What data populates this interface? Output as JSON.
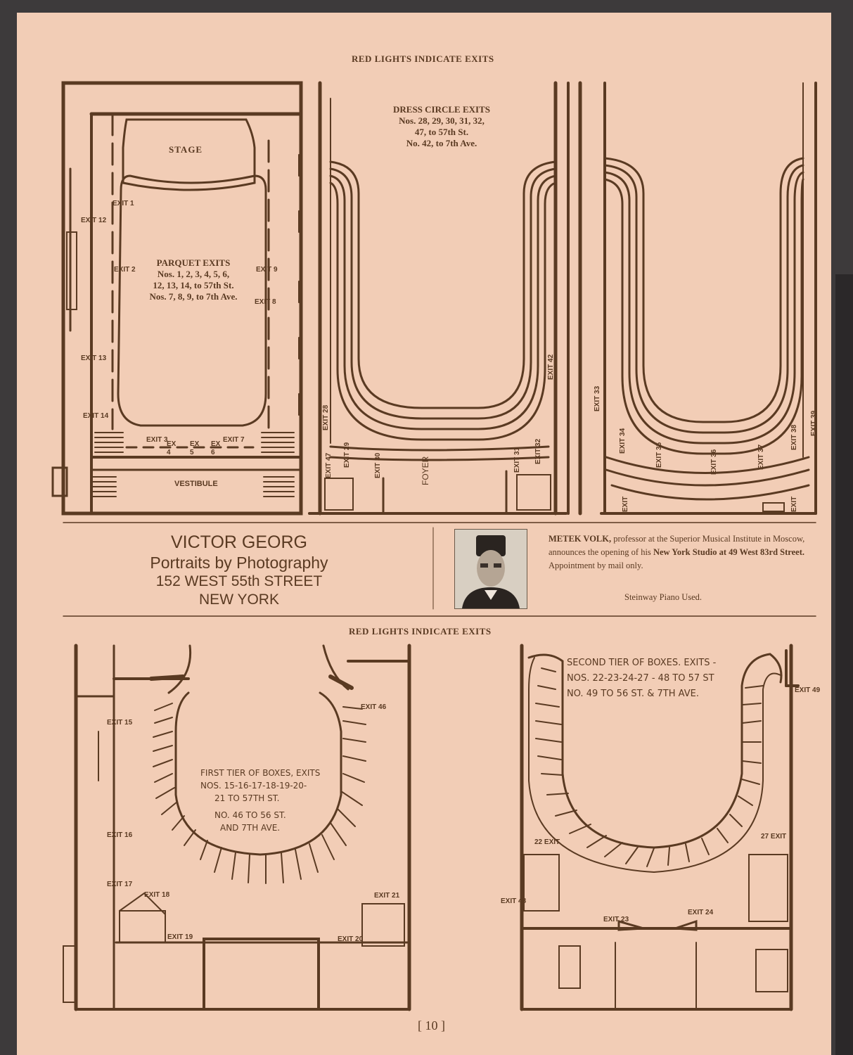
{
  "header_top": "RED LIGHTS INDICATE EXITS",
  "header_bottom": "RED LIGHTS INDICATE EXITS",
  "parquet": {
    "stage": "STAGE",
    "title": "PARQUET EXITS",
    "line1": "Nos. 1, 2, 3, 4, 5, 6,",
    "line2": "12, 13, 14, to 57th St.",
    "line3": "Nos. 7, 8, 9, to 7th Ave.",
    "vestibule": "VESTIBULE",
    "ex": "EX",
    "exits": [
      "EXIT 1",
      "EXIT 2",
      "EXIT 3",
      "4",
      "5",
      "6",
      "EXIT 7",
      "EXIT 8",
      "EXIT 9",
      "EXIT 12",
      "EXIT 13",
      "EXIT 14"
    ]
  },
  "dress_circle": {
    "title": "DRESS CIRCLE EXITS",
    "line1": "Nos. 28, 29, 30, 31, 32,",
    "line2": "47, to 57th St.",
    "line3": "No. 42, to 7th Ave.",
    "foyer": "FOYER",
    "exits": [
      "EXIT 28",
      "EXIT 29",
      "EXIT 30",
      "EXIT 31",
      "EXIT 32",
      "EXIT 42",
      "EXIT 47"
    ]
  },
  "balcony": {
    "exits": [
      "EXIT 33",
      "EXIT 34",
      "EXIT 35",
      "EXIT 36",
      "EXIT 37",
      "EXIT 38",
      "EXIT 39",
      "EXIT"
    ]
  },
  "ad_georg": {
    "name": "VICTOR GEORG",
    "tagline": "Portraits by Photography",
    "address": "152 WEST 55th STREET",
    "city": "NEW YORK"
  },
  "ad_volk": {
    "name": "METEK VOLK,",
    "text1": " professor at the Superior Musical Institute in Moscow, announces the opening of his ",
    "studio": "New York Studio at 49 West 83rd Street.",
    "text2": " Appointment by mail only.",
    "piano": "Steinway Piano Used."
  },
  "first_tier": {
    "title": "FIRST TIER OF BOXES, EXITS",
    "line1": "NOS. 15-16-17-18-19-20-",
    "line2": "21 TO 57TH ST.",
    "line3": "NO. 46 TO 56 ST.",
    "line4": "AND 7TH AVE.",
    "exits": [
      "EXIT 15",
      "EXIT 16",
      "EXIT 17",
      "EXIT 18",
      "EXIT 19",
      "EXIT 20",
      "EXIT 21",
      "EXIT 46"
    ]
  },
  "second_tier": {
    "title": "SECOND TIER OF BOXES. EXITS -",
    "line1": "NOS. 22-23-24-27 - 48 TO 57 ST",
    "line2": "NO. 49 TO 56 ST. & 7TH AVE.",
    "exits": [
      "22 EXIT",
      "27 EXIT",
      "EXIT 48",
      "EXIT 23",
      "EXIT 24",
      "EXIT 49"
    ]
  },
  "page_number": "[ 10 ]",
  "colors": {
    "paper": "#f2cdb6",
    "ink": "#5a3a22",
    "background": "#3d3a3b"
  }
}
